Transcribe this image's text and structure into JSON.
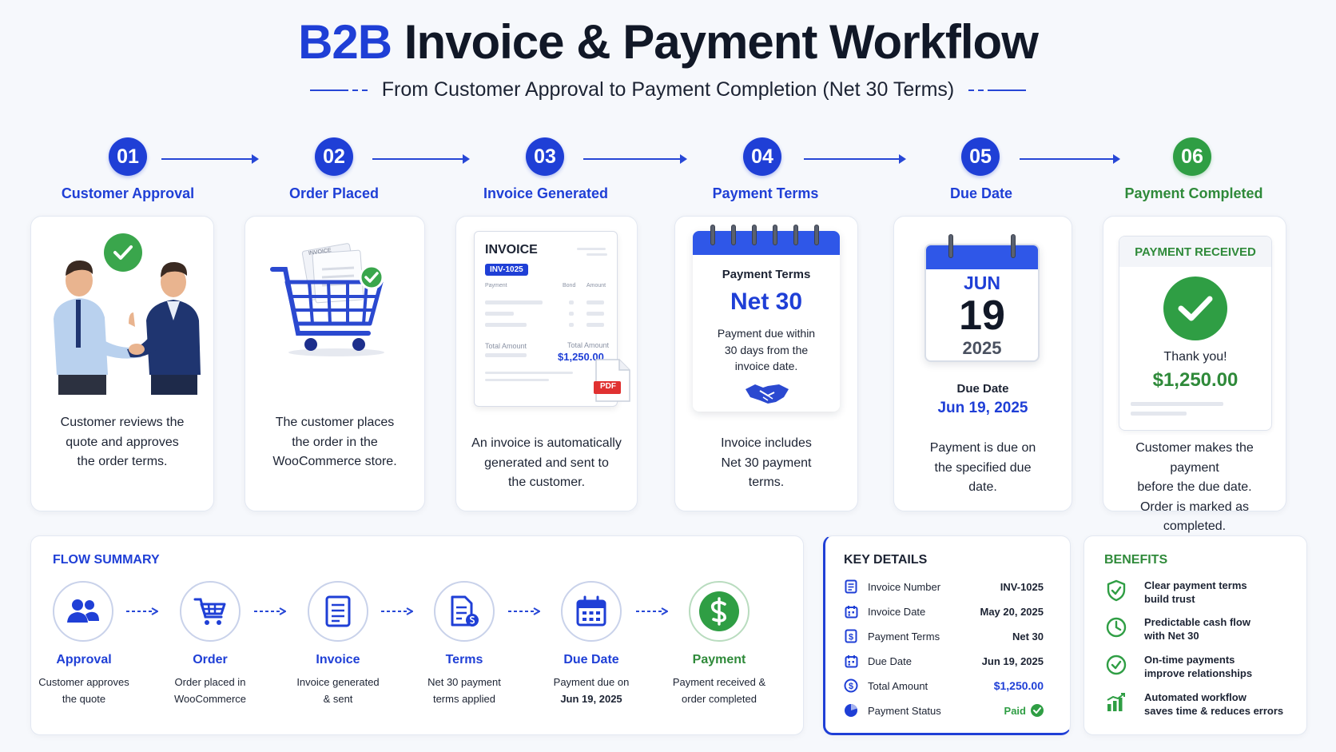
{
  "header": {
    "title_accent": "B2B",
    "title_rest": "Invoice & Payment Workflow",
    "subtitle": "From Customer Approval to Payment Completion (Net 30 Terms)"
  },
  "steps": [
    {
      "num": "01",
      "label": "Customer Approval",
      "text": [
        "Customer reviews the",
        "quote and approves",
        "the order terms."
      ]
    },
    {
      "num": "02",
      "label": "Order Placed",
      "text": [
        "The customer places",
        "the order in the",
        "WooCommerce store."
      ]
    },
    {
      "num": "03",
      "label": "Invoice Generated",
      "text": [
        "An invoice is automatically",
        "generated and sent to",
        "the customer."
      ]
    },
    {
      "num": "04",
      "label": "Payment Terms",
      "text": [
        "Invoice includes",
        "Net 30 payment",
        "terms."
      ]
    },
    {
      "num": "05",
      "label": "Due Date",
      "text": [
        "Payment is due on",
        "the specified due",
        "date."
      ]
    },
    {
      "num": "06",
      "label": "Payment Completed",
      "text": [
        "Customer makes the payment",
        "before the due date.",
        "Order is marked as completed."
      ]
    }
  ],
  "card2": {
    "paper_label": "INVOICE"
  },
  "card3": {
    "doc_title": "INVOICE",
    "doc_badge": "INV-1025",
    "col_a": "Payment",
    "col_b": "Bond",
    "col_c": "Amount",
    "total_label": "Total Amount",
    "total_label_right": "Total Amount",
    "amount": "$1,250.00",
    "pdf_label": "PDF"
  },
  "card4": {
    "heading": "Payment Terms",
    "big": "Net 30",
    "desc": [
      "Payment due within",
      "30 days from the",
      "invoice date."
    ]
  },
  "card5": {
    "month": "JUN",
    "day": "19",
    "year": "2025",
    "due_label": "Due Date",
    "due_value": "Jun 19, 2025"
  },
  "card6": {
    "header": "PAYMENT RECEIVED",
    "thanks": "Thank you!",
    "amount": "$1,250.00"
  },
  "flow_summary": {
    "title": "FLOW SUMMARY",
    "items": [
      {
        "label": "Approval",
        "desc1": "Customer approves",
        "desc2": "the quote",
        "icon": "users-icon"
      },
      {
        "label": "Order",
        "desc1": "Order placed in",
        "desc2": "WooCommerce",
        "icon": "cart-icon"
      },
      {
        "label": "Invoice",
        "desc1": "Invoice generated",
        "desc2": "& sent",
        "icon": "document-icon"
      },
      {
        "label": "Terms",
        "desc1": "Net 30 payment",
        "desc2": "terms applied",
        "icon": "terms-document-icon"
      },
      {
        "label": "Due Date",
        "desc1": "Payment due on",
        "desc2": "Jun 19, 2025",
        "icon": "calendar-icon"
      },
      {
        "label": "Payment",
        "desc1": "Payment received &",
        "desc2": "order completed",
        "icon": "dollar-icon"
      }
    ]
  },
  "key_details": {
    "title": "KEY DETAILS",
    "rows": [
      {
        "label": "Invoice Number",
        "value": "INV-1025",
        "icon": "invoice-icon"
      },
      {
        "label": "Invoice Date",
        "value": "May 20, 2025",
        "icon": "calendar-icon"
      },
      {
        "label": "Payment Terms",
        "value": "Net 30",
        "icon": "dollar-doc-icon"
      },
      {
        "label": "Due Date",
        "value": "Jun 19, 2025",
        "icon": "calendar-icon"
      },
      {
        "label": "Total Amount",
        "value": "$1,250.00",
        "icon": "dollar-circle-icon"
      },
      {
        "label": "Payment Status",
        "value": "Paid",
        "icon": "status-icon"
      }
    ]
  },
  "benefits": {
    "title": "BENEFITS",
    "rows": [
      {
        "line1": "Clear payment terms",
        "line2": "build trust",
        "icon": "shield-check-icon"
      },
      {
        "line1": "Predictable cash flow",
        "line2": "with Net 30",
        "icon": "clock-icon"
      },
      {
        "line1": "On-time payments",
        "line2": "improve relationships",
        "icon": "check-circle-icon"
      },
      {
        "line1": "Automated workflow",
        "line2": "saves time & reduces errors",
        "icon": "bar-chart-icon"
      }
    ]
  },
  "colors": {
    "blue": "#1f3fd6",
    "green": "#2f9e44"
  }
}
